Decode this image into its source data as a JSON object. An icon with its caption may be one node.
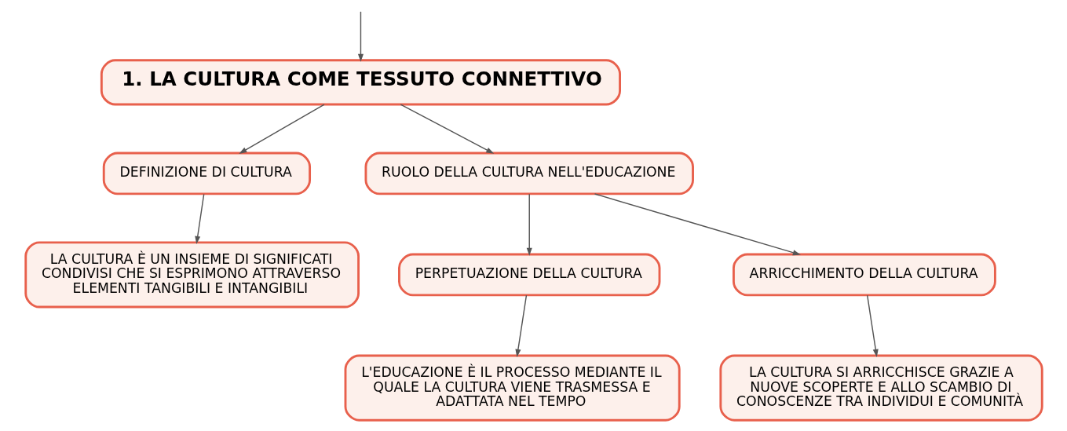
{
  "diagram": {
    "nodes": [
      {
        "text": [
          "1. LA CULTURA COME TESSUTO CONNETTIVO"
        ]
      },
      {
        "text": [
          "DEFINIZIONE DI CULTURA"
        ]
      },
      {
        "text": [
          "RUOLO DELLA CULTURA NELL'EDUCAZIONE"
        ]
      },
      {
        "text": [
          "LA CULTURA È UN INSIEME DI SIGNIFICATI CONDIVISI CHE SI ESPRIMONO ATTRAVERSO ELEMENTI TANGIBILI E INTANGIBILI"
        ]
      },
      {
        "text": [
          "PERPETUAZIONE DELLA CULTURA"
        ]
      },
      {
        "text": [
          "ARRICCHIMENTO DELLA CULTURA"
        ]
      },
      {
        "text": [
          "L'EDUCAZIONE È IL PROCESSO MEDIANTE IL QUALE LA CULTURA VIENE TRASMESSA E ADATTATA NEL TEMPO"
        ]
      },
      {
        "text": [
          "LA CULTURA SI ARRICCHISCE GRAZIE A NUOVE SCOPERTE E ALLO SCAMBIO DI CONOSCENZE TRA INDIVIDUI E COMUNITÀ"
        ]
      }
    ],
    "edges": [
      {
        "from": null,
        "to": 0,
        "arrow": "to"
      },
      {
        "from": 0,
        "to": 1,
        "arrow": "to"
      },
      {
        "from": 0,
        "to": 2,
        "arrow": "to"
      },
      {
        "from": 1,
        "to": 3,
        "arrow": "to"
      },
      {
        "from": 2,
        "to": 4,
        "arrow": "to"
      },
      {
        "from": 2,
        "to": 5,
        "arrow": "to"
      },
      {
        "from": 4,
        "to": 6,
        "arrow": "to"
      },
      {
        "from": 5,
        "to": 7,
        "arrow": "to"
      }
    ]
  }
}
